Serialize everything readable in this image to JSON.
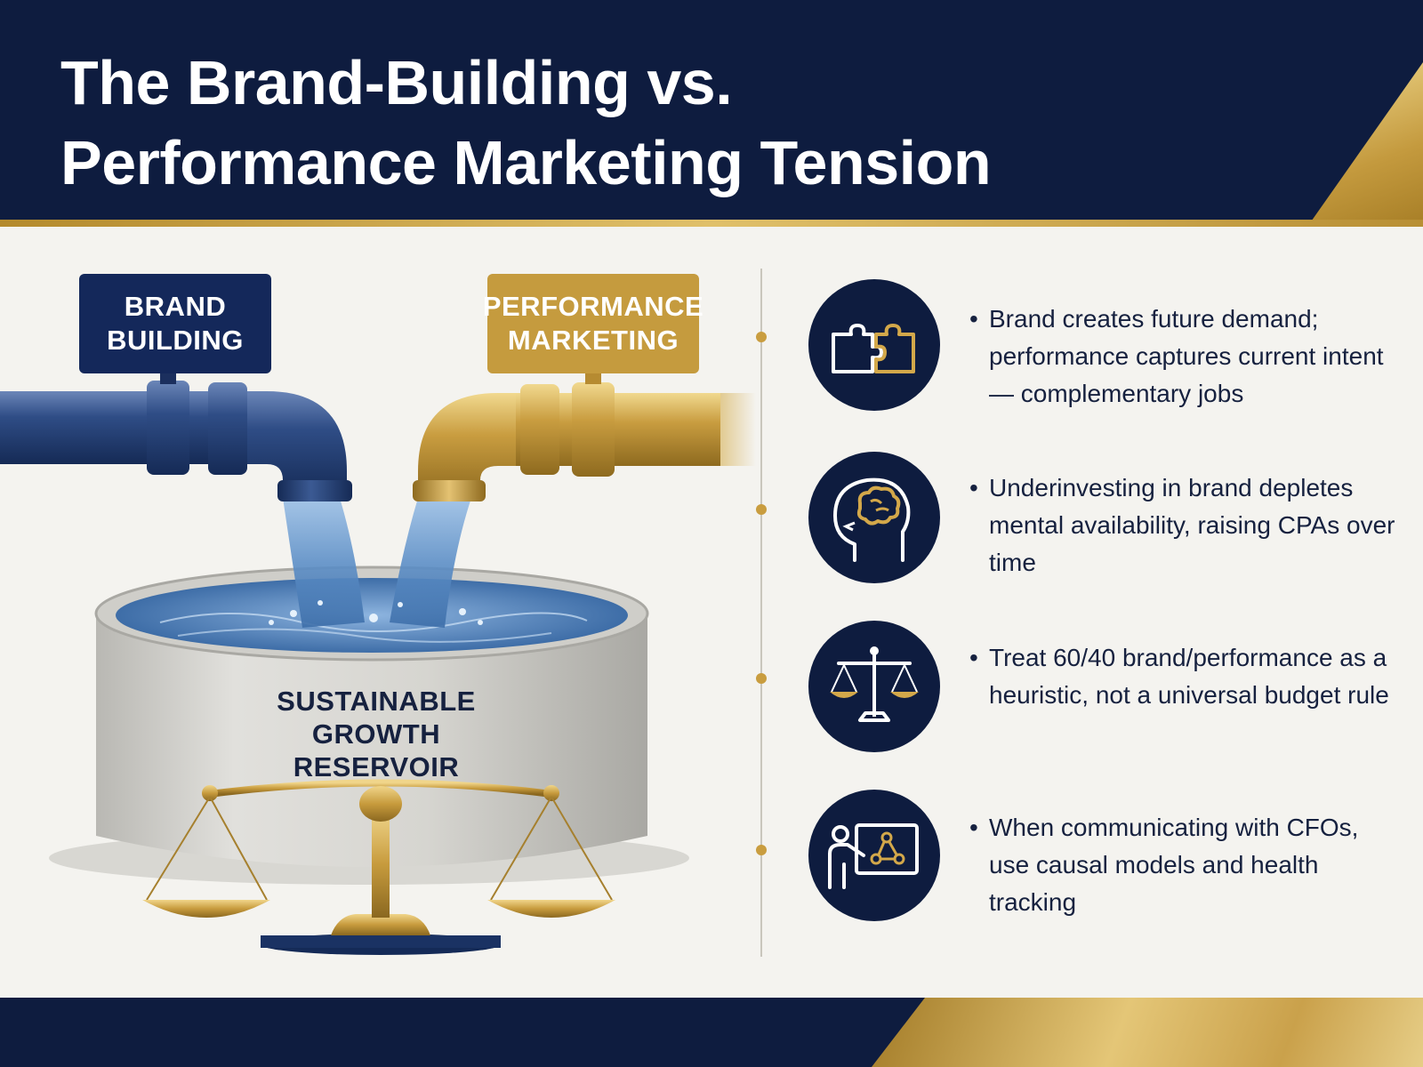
{
  "header": {
    "title_line1": "The Brand-Building vs.",
    "title_line2": "Performance Marketing Tension"
  },
  "illustration": {
    "brand_label_line1": "BRAND",
    "brand_label_line2": "BUILDING",
    "performance_label_line1": "PERFORMANCE",
    "performance_label_line2": "MARKETING",
    "reservoir_label_line1": "SUSTAINABLE",
    "reservoir_label_line2": "GROWTH",
    "reservoir_label_line3": "RESERVOIR"
  },
  "points": [
    {
      "icon": "puzzle-icon",
      "bullet": "•",
      "text": "Brand creates future demand; performance captures current intent — complementary jobs"
    },
    {
      "icon": "brain-head-icon",
      "bullet": "•",
      "text": "Underinvesting in brand depletes mental availability, raising CPAs over time"
    },
    {
      "icon": "balance-scale-icon",
      "bullet": "•",
      "text": "Treat 60/40 brand/performance as a heuristic, not a universal budget rule"
    },
    {
      "icon": "presenter-chart-icon",
      "bullet": "•",
      "text": "When communicating with CFOs, use causal models and health tracking"
    }
  ],
  "colors": {
    "navy": "#0e1c3f",
    "brand_blue": "#14285a",
    "gold": "#c59b3e",
    "background": "#f4f3ef",
    "water": "#5d8fc7"
  }
}
